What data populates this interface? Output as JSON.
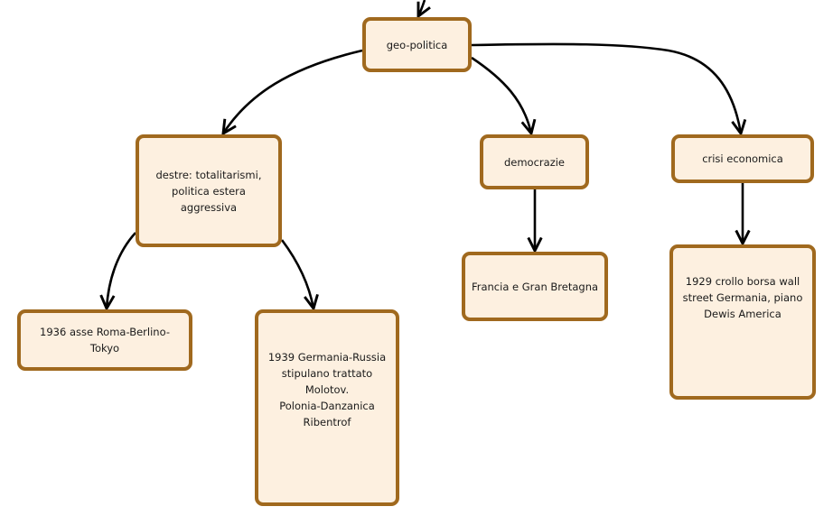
{
  "nodes": {
    "root": "geo-politica",
    "destre": "destre: totalitarismi,\npolitica estera aggressiva",
    "democrazie": "democrazie",
    "crisi": "crisi economica",
    "asse": "1936 asse Roma-Berlino-Tokyo",
    "patto": "1939 Germania-Russia\nstipulano trattato\nMolotov.\nPolonia-Danzanica\nRibentrof",
    "francia": "Francia e Gran Bretagna",
    "crollo": "1929 crollo borsa wall\nstreet Germania, piano\nDewis America"
  },
  "edges": [
    {
      "from": "incoming",
      "to": "root"
    },
    {
      "from": "root",
      "to": "destre"
    },
    {
      "from": "root",
      "to": "democrazie"
    },
    {
      "from": "root",
      "to": "crisi"
    },
    {
      "from": "destre",
      "to": "asse"
    },
    {
      "from": "destre",
      "to": "patto"
    },
    {
      "from": "democrazie",
      "to": "francia"
    },
    {
      "from": "crisi",
      "to": "crollo"
    }
  ],
  "colors": {
    "node_fill": "#fdf0e0",
    "node_border": "#a0691e",
    "edge": "#000000"
  }
}
